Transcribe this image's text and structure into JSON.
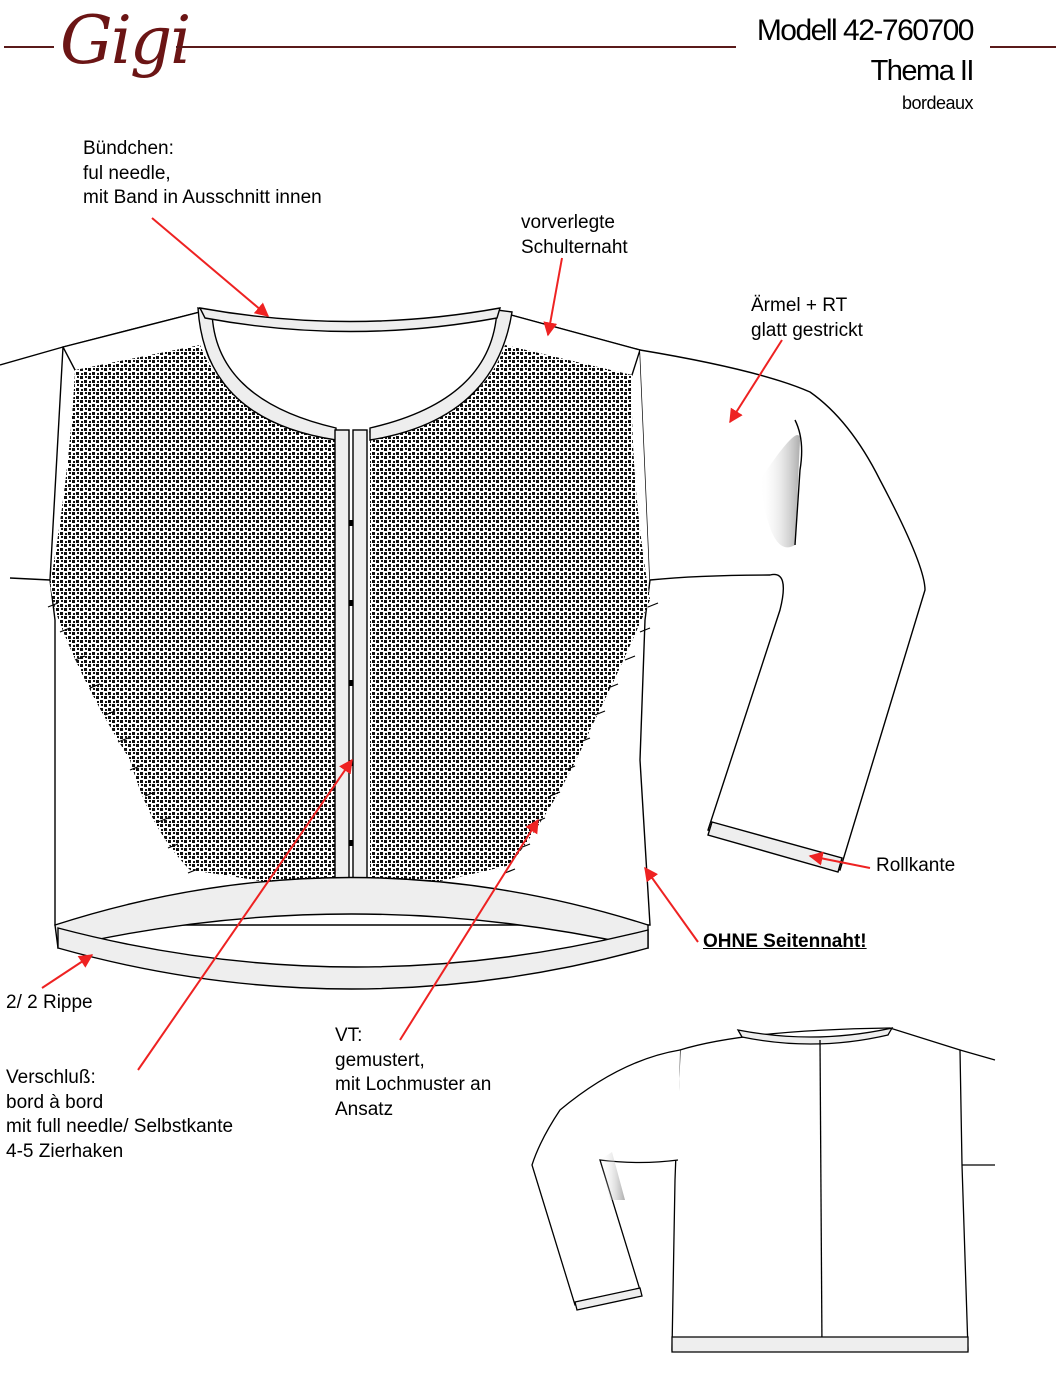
{
  "header": {
    "logo": "Gigi",
    "model": "Modell 42-760700",
    "theme": "Thema II",
    "color_name": "bordeaux",
    "rule_color": "#5a1a1a",
    "logo_color": "#6b1515"
  },
  "annotations": {
    "collar": {
      "lines": [
        "Bündchen:",
        "ful  needle,",
        "mit  Band  in  Ausschnitt  innen"
      ]
    },
    "shoulder": {
      "lines": [
        "vorverlegte",
        "Schulternaht"
      ]
    },
    "sleeve": {
      "lines": [
        "Ärmel + RT",
        "glatt gestrickt"
      ]
    },
    "cuff": {
      "text": "Rollkante"
    },
    "side": {
      "text": "OHNE Seitennaht!"
    },
    "hem": {
      "text": "2/  2  Rippe"
    },
    "closure": {
      "lines": [
        "Verschluß:",
        "bord  à  bord",
        "mit  full  needle/  Selbstkante",
        "4-5  Zierhaken"
      ]
    },
    "front": {
      "lines": [
        "VT:",
        "gemustert,",
        "mit Lochmuster an",
        "Ansatz"
      ]
    }
  },
  "colors": {
    "arrow": "#ee2222",
    "outline": "#000000",
    "trim_fill": "#eeeeee",
    "pattern": "#111111"
  },
  "drawings": [
    "front-view",
    "back-view"
  ]
}
